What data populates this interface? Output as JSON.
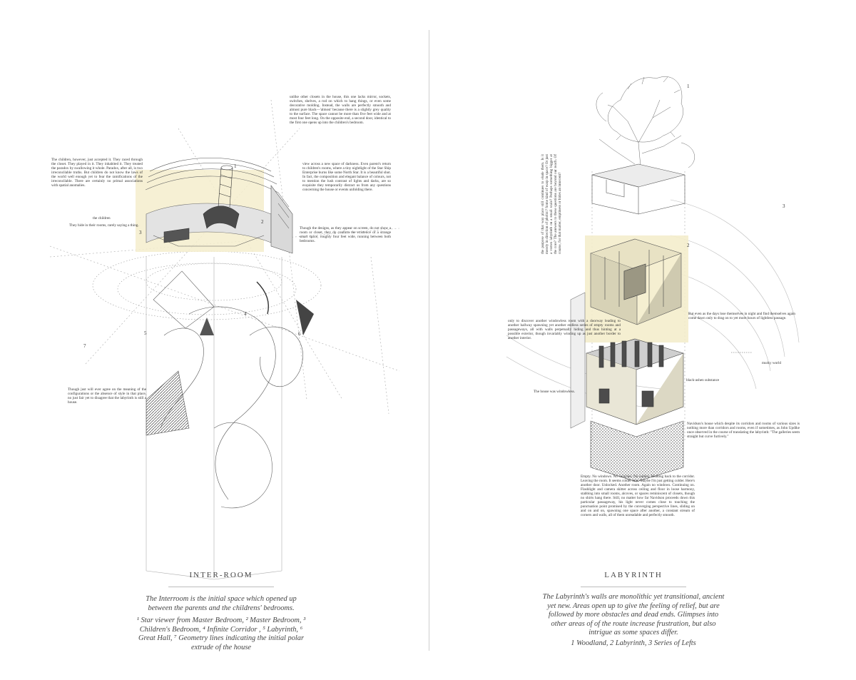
{
  "left_panel": {
    "title": "INTER-ROOM",
    "caption_main": "The Interroom is the initial space which opened up between the parents and the childrens' bedrooms.",
    "caption_list": "¹ Star viewer from Master Bedroom, ² Master Bedroom, ³ Children's Bedroom, ⁴ Infinite Corridor , ⁵ Labyrinth, ⁶ Great Hall, ⁷ Geometry lines indicating the initial polar extrude of the house",
    "text_top_right": "unlike other closets in the house, this one lacks mirror, sockets, switches, shelves, a rod on which to hang things, or even some decorative molding. Instead, the walls are perfectly smooth and almost pure black—'almost' because there is a slightly grey quality to the surface. The space cannot be more than five feet wide and at most four feet long. On the opposite end, a second door, identical to the first one opens up into the children's bedroom.",
    "text_left_top": "The children, however, just accepted it. They raced through the closet. They played in it. They inhabited it. They treated the paradox by swallowing it whole. Paradox, after all, is two irreconcilable truths. But children do not know the laws of the world well enough yet to fear the ramifications of the irreconcilable. There are certainly no primal associations with spatial anomalies.",
    "text_children": "the children",
    "text_children2": "They hide in their rooms, rarely saying a thing.",
    "text_mid_right": "view across a new space of darkness. Even parent's return to children's rooms, where a tiny nightlight of the Star Ship Enterprise burns like some North Star. It is a beautiful shot. In fact, the composition and elegant balance of colours, not to mention the lush contrast of lights and darks, are so exquisite they temporarily distract us from any questions concerning the house or events unfolding there.",
    "text_lower_right": "Though the designs, as they appear on screen, do not show a room or closet, they do confirm the existence of a strange smart space, roughly four feet wide, running between both bedrooms.",
    "text_bottom_left": "Though just will ever agree on the meaning of the configurations or the absence of style in that place, no just fair yet to disagree that the labyrinth is still a house.",
    "numbers": [
      "1",
      "2",
      "3",
      "4",
      "5",
      "6",
      "7"
    ]
  },
  "right_panel": {
    "title": "LABYRINTH",
    "caption_main": "The Labyrinth's walls are monolithic yet transitional, ancient yet new. Areas open up to give the feeling of relief, but are followed by more obstacles and dead ends. Glimpses into other areas of of the route increase frustration, but also intrigue as some spaces differ.",
    "caption_list": "1 Woodland, 2 Labyrinth, 3 Series of Lefts",
    "text_vertical": "the purpose of that way place still continues to elude them. Is it merely in direction of phobic? Some kind of warp in space? Or just a vortex labyrinth on a small scale? Perhaps something bigger at the core? The answers to these questions are beyond our reach. Of course, for that matter, emptiness or hides an innocent?",
    "text_right_mid": "But even as the days lose themselves in night and find themselves again come dawn only to drag on to yet more hours of lightless passage.",
    "text_left_mid": "only to discover another windowless room with a doorway leading to another hallway spawning yet another endless series of empty rooms and passageways, all with walls perpetually hiding and thus hinting at a possible exterior, though invariably winding up as just another border to another interior.",
    "text_murky": "murky world",
    "text_black": "black-ashen substance",
    "text_house": "The house was windowless.",
    "text_navidson": "Navidson's house which despite its corridors and rooms of various sizes is nothing more than corridors and rooms, even if sometimes, as John Updike once observed in the course of translating the labyrinth: \"The galleries seem straight but curve furtively.\"",
    "text_bottom": "Empty. No windows. No switches. No outlets. Heading back to the corridor. Leaving the room. It seems colder now. Maybe I'm just getting colder. Here's another door. Unlocked. Another room. Again no windows. Continuing on. Flashlight and camera skitter across ceiling and floor in loose harmony, stabbing into small rooms, alcoves, or spaces reminiscent of closets, though no shirts hang there. Still, no matter how far Navidson proceeds down this particular passageway, his light never comes close to touching the punctuation point promised by the converging perspective lines, sliding on and on and on, spawning one space after another, a constant stream of corners and walls, all of them unreadable and perfectly smooth.",
    "numbers": [
      "1",
      "2",
      "3"
    ]
  },
  "colors": {
    "highlight": "#f4edcc",
    "line": "#555555",
    "light_line": "#9a9a9a"
  }
}
